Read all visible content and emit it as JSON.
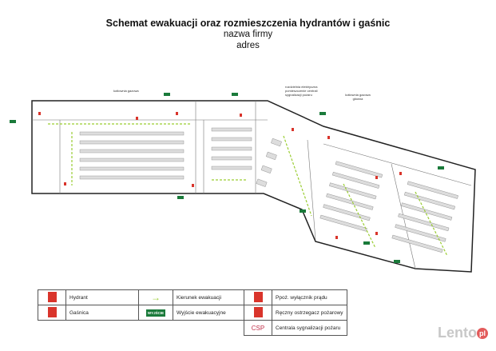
{
  "header": {
    "title": "Schemat ewakuacji oraz rozmieszczenia hydrantów i gaśnic",
    "company": "nazwa firmy",
    "address": "adres"
  },
  "plan_labels": {
    "boiler_room": "kotłownia gazowa",
    "electrical_room": "rozdzielnia elektryczna pomieszczenie centrali sygnalizacji pożaru",
    "main_boiler_room": "kotłownia gazowa główna"
  },
  "colors": {
    "exit": "#1a7a3a",
    "fire": "#d9342b",
    "arrow": "#9acd32",
    "csp": "#c0304a"
  },
  "legend": {
    "hydrant": "Hydrant",
    "extinguisher": "Gaśnica",
    "evac_direction": "Kierunek ewakuacji",
    "exit_sign": "WYJŚCIE",
    "evac_exit": "Wyjście ewakuacyjne",
    "power_switch": "Ppoż. wyłącznik prądu",
    "call_point": "Ręczny ostrzegacz pożarowy",
    "csp_icon": "CSP",
    "csp": "Centrala sygnalizacji pożaru"
  },
  "watermark": {
    "text": "Lento",
    "suffix": "pl"
  }
}
